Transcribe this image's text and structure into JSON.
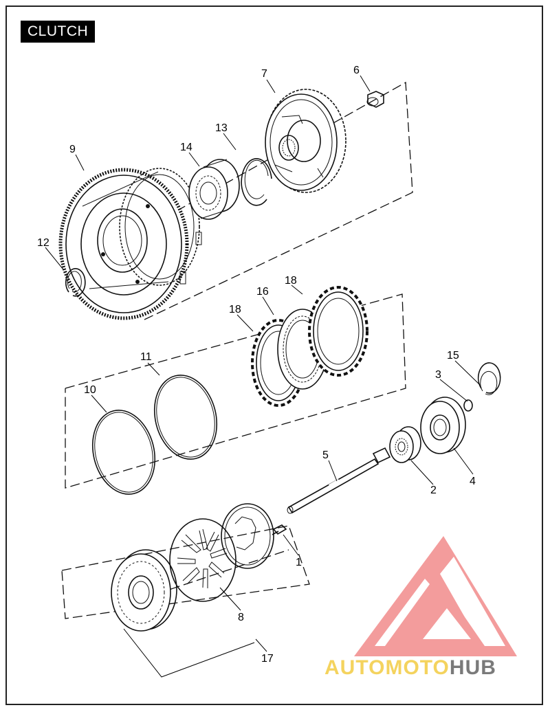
{
  "title": "CLUTCH",
  "callouts": [
    {
      "id": "c1",
      "label": "1"
    },
    {
      "id": "c2",
      "label": "2"
    },
    {
      "id": "c3",
      "label": "3"
    },
    {
      "id": "c4",
      "label": "4"
    },
    {
      "id": "c5",
      "label": "5"
    },
    {
      "id": "c6",
      "label": "6"
    },
    {
      "id": "c7",
      "label": "7"
    },
    {
      "id": "c8",
      "label": "8"
    },
    {
      "id": "c9",
      "label": "9"
    },
    {
      "id": "c10",
      "label": "10"
    },
    {
      "id": "c11",
      "label": "11"
    },
    {
      "id": "c12",
      "label": "12"
    },
    {
      "id": "c13",
      "label": "13"
    },
    {
      "id": "c14",
      "label": "14"
    },
    {
      "id": "c15",
      "label": "15"
    },
    {
      "id": "c16",
      "label": "16"
    },
    {
      "id": "c17",
      "label": "17"
    },
    {
      "id": "c18a",
      "label": "18"
    },
    {
      "id": "c18b",
      "label": "18"
    }
  ],
  "watermark": {
    "part1": "AUTO",
    "part2": "MOTO",
    "part3": "HUB",
    "logo_color": "#f28b8b",
    "text_color_light": "#f4d35e",
    "text_color_dark": "#7a7a7a"
  }
}
